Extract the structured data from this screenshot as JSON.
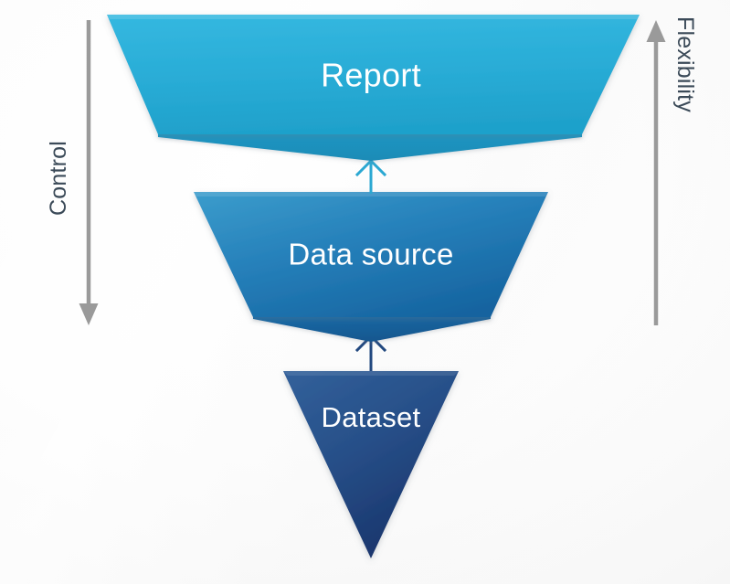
{
  "diagram": {
    "title": "Report / Data source / Dataset funnel",
    "background_color": "#fafafa",
    "stages": [
      {
        "id": "report",
        "label": "Report",
        "shape": "trapezoid",
        "fill_top": "#2FB3DC",
        "fill_bottom": "#22A3CE",
        "fold_fill": "#1D93BF",
        "label_color": "#ffffff"
      },
      {
        "id": "data-source",
        "label": "Data source",
        "shape": "trapezoid",
        "fill_top": "#3494C7",
        "fill_bottom": "#1A6BA8",
        "fold_fill": "#175F97",
        "label_color": "#ffffff"
      },
      {
        "id": "dataset",
        "label": "Dataset",
        "shape": "triangle",
        "fill_top": "#2E5E98",
        "fill_bottom": "#1A3668",
        "fold_fill": "#1A3668",
        "label_color": "#ffffff"
      }
    ],
    "connectors": [
      {
        "id": "report-from-data-source",
        "direction": "up",
        "color": "#2BA8D2"
      },
      {
        "id": "data-source-from-dataset",
        "direction": "up",
        "color": "#22487F"
      }
    ],
    "axes": {
      "left": {
        "label": "Control",
        "direction": "down",
        "color": "#9a9a9a",
        "label_color": "#3b4a58"
      },
      "right": {
        "label": "Flexibility",
        "direction": "up",
        "color": "#9a9a9a",
        "label_color": "#3b4a58"
      }
    }
  }
}
